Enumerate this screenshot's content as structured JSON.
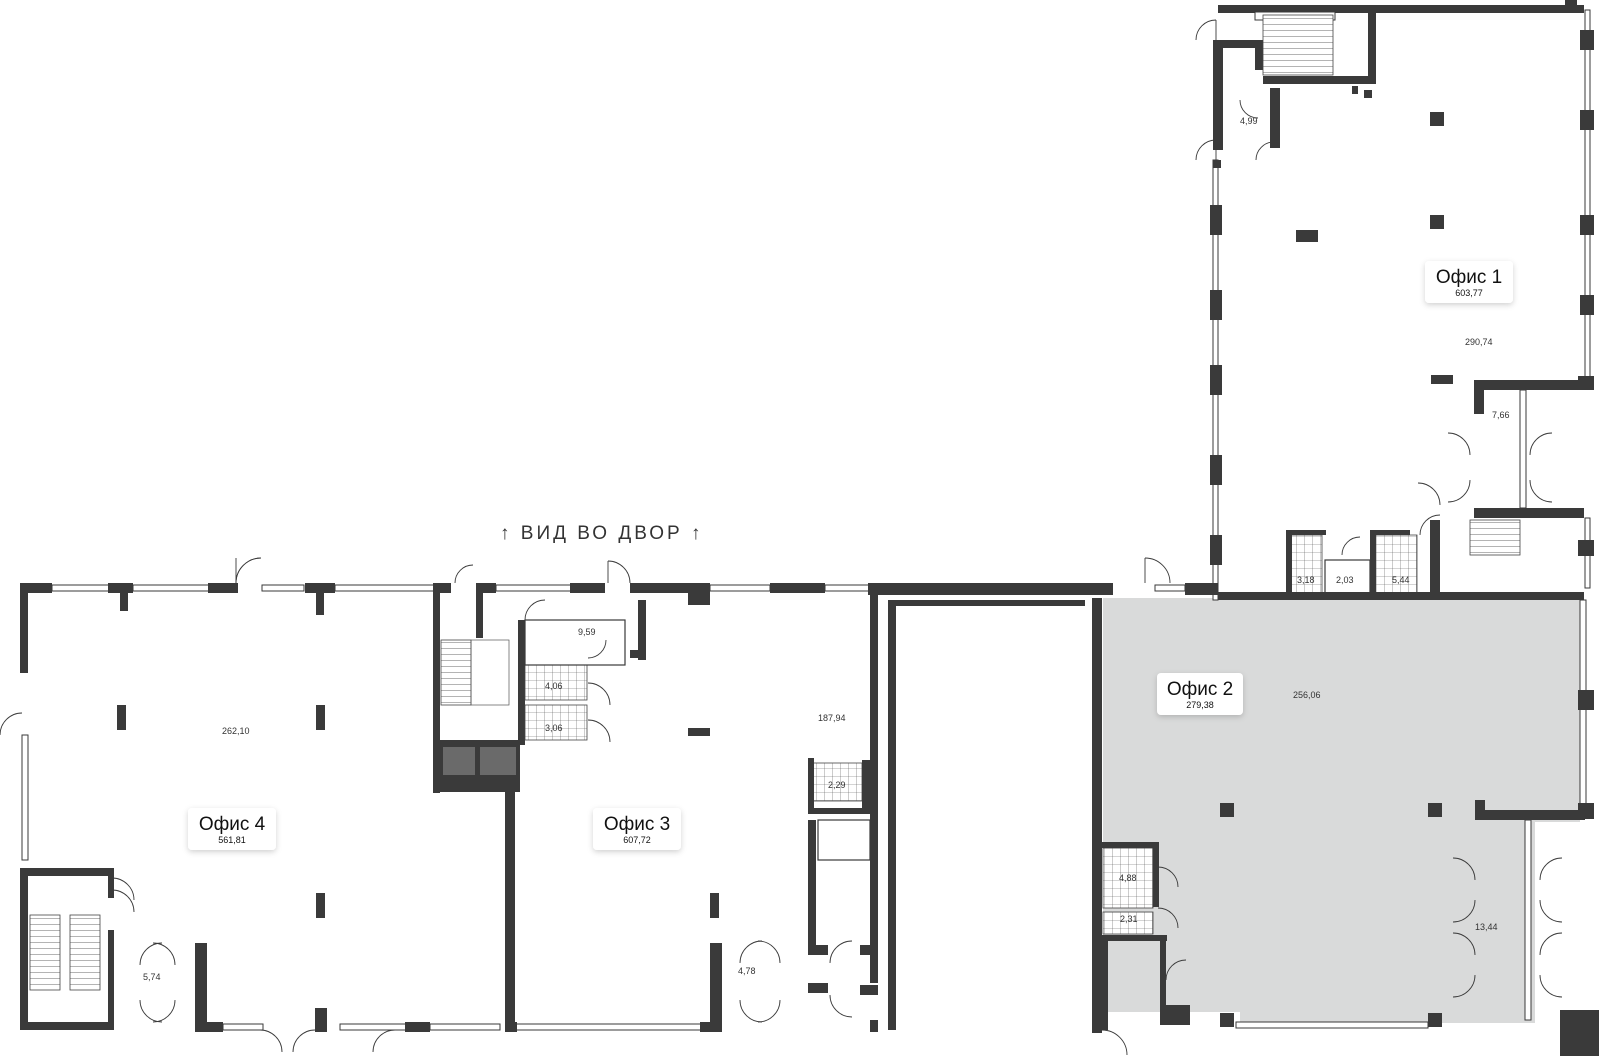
{
  "view_label": "↑ ВИД ВО ДВОР ↑",
  "offices": [
    {
      "id": "office-1",
      "name": "Офис 1",
      "area": "603,77"
    },
    {
      "id": "office-2",
      "name": "Офис 2",
      "area": "279,38",
      "highlighted": true
    },
    {
      "id": "office-3",
      "name": "Офис 3",
      "area": "607,72"
    },
    {
      "id": "office-4",
      "name": "Офис 4",
      "area": "561,81"
    }
  ],
  "room_areas": {
    "o1_vestibule": "4,99",
    "o1_main": "290,74",
    "o1_corridor": "7,66",
    "o1_wc_a": "3,18",
    "o1_wc_b": "2,03",
    "o1_wc_c": "5,44",
    "o2_main": "256,06",
    "o2_wc_a": "4,88",
    "o2_wc_b": "2,31",
    "o2_corridor": "13,44",
    "o3_vestibule": "9,59",
    "o3_wc_a": "4,06",
    "o3_wc_b": "3,06",
    "o3_main": "187,94",
    "o3_wc_c": "2,29",
    "o3_tambour": "4,78",
    "o4_main": "262,10",
    "o4_tambour": "5,74"
  },
  "colors": {
    "wall": "#3a3a3a",
    "highlight": "#d9dada",
    "background": "#ffffff"
  }
}
